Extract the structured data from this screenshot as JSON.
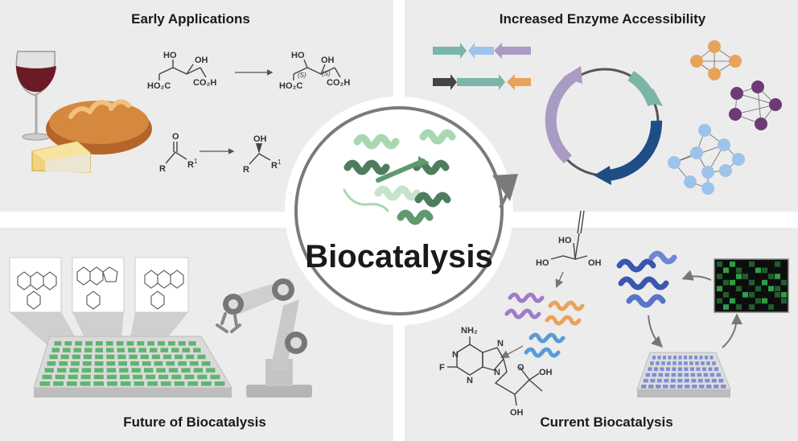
{
  "center": {
    "title": "Biocatalysis"
  },
  "quadrants": {
    "top_left": {
      "title": "Early Applications",
      "tartaric": {
        "ho_left": "HO",
        "oh_right": "OH",
        "acid_left": "HO₂C",
        "acid_right": "CO₂H",
        "p_ho": "HO",
        "p_oh": "OH",
        "p_acid_left": "HO₂C",
        "p_acid_right": "CO₂H",
        "s1": "(S)",
        "s2": "(S)"
      },
      "ketone": {
        "o": "O",
        "r": "R",
        "r1": "R",
        "sup": "1",
        "p_oh": "OH",
        "p_r": "R",
        "p_r1": "R",
        "p_sup": "1"
      }
    },
    "top_right": {
      "title": "Increased Enzyme Accessibility"
    },
    "bottom_left": {
      "title": "Future of Biocatalysis"
    },
    "bottom_right": {
      "title": "Current Biocatalysis",
      "triol": {
        "ho1": "HO",
        "ho2": "HO",
        "oh": "OH"
      },
      "nucleoside": {
        "nh2": "NH₂",
        "f": "F",
        "n1": "N",
        "n2": "N",
        "n3": "N",
        "n4": "N",
        "o": "O",
        "oh1": "OH",
        "oh2": "OH"
      }
    }
  },
  "colors": {
    "panel_bg": "#ececec",
    "helix_dark": "#4e7d5e",
    "helix_light": "#a8d8b0",
    "cycle_purple": "#a99bc4",
    "cycle_teal": "#7bb5a8",
    "cycle_navy": "#1f4e87",
    "network_orange": "#e8a35a",
    "network_purple": "#6d3a76",
    "network_blue": "#9dc3ea",
    "well_green": "#5fb46e",
    "well_blue": "#7b8fd4",
    "heatmap_green": "#2d9f44"
  }
}
